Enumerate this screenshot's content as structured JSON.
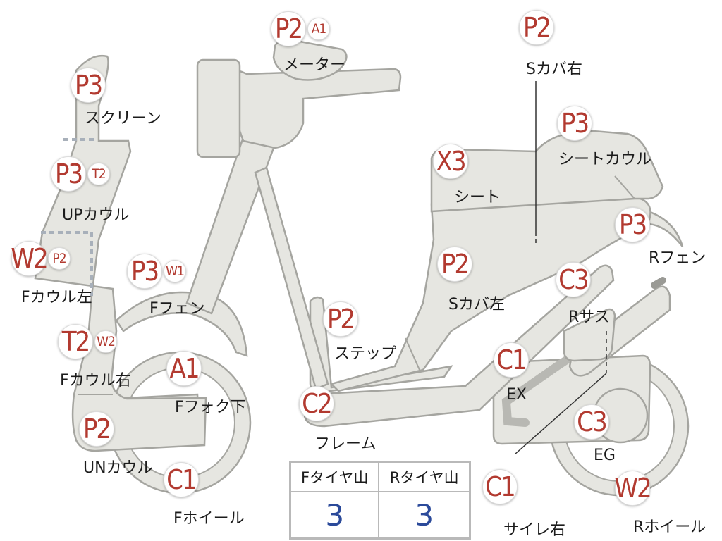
{
  "parts": [
    {
      "id": "screen",
      "label": "スクリーン",
      "badges": [
        "P3"
      ]
    },
    {
      "id": "up_cowl",
      "label": "UPカウル",
      "badges": [
        "P3",
        "T2"
      ]
    },
    {
      "id": "f_cowl_left",
      "label": "Fカウル左",
      "badges": [
        "W2",
        "P2"
      ]
    },
    {
      "id": "f_fender",
      "label": "Fフェン",
      "badges": [
        "P3",
        "W1"
      ]
    },
    {
      "id": "f_cowl_right",
      "label": "Fカウル右",
      "badges": [
        "T2",
        "W2"
      ]
    },
    {
      "id": "f_fork_lower",
      "label": "Fフォク下",
      "badges": [
        "A1"
      ]
    },
    {
      "id": "un_cowl",
      "label": "UNカウル",
      "badges": [
        "P2"
      ]
    },
    {
      "id": "f_wheel",
      "label": "Fホイール",
      "badges": [
        "C1"
      ]
    },
    {
      "id": "meter",
      "label": "メーター",
      "badges": [
        "P2",
        "A1"
      ]
    },
    {
      "id": "s_cover_right",
      "label": "Sカバ右",
      "badges": [
        "P2"
      ]
    },
    {
      "id": "seat_cowl",
      "label": "シートカウル",
      "badges": [
        "P3"
      ]
    },
    {
      "id": "seat",
      "label": "シート",
      "badges": [
        "X3"
      ]
    },
    {
      "id": "r_fender",
      "label": "Rフェン",
      "badges": [
        "P3"
      ]
    },
    {
      "id": "s_cover_left",
      "label": "Sカバ左",
      "badges": [
        "P2"
      ]
    },
    {
      "id": "r_sus",
      "label": "Rサス",
      "badges": [
        "C3"
      ]
    },
    {
      "id": "step",
      "label": "ステップ",
      "badges": [
        "P2"
      ]
    },
    {
      "id": "exhaust",
      "label": "EX",
      "badges": [
        "C1"
      ]
    },
    {
      "id": "frame",
      "label": "フレーム",
      "badges": [
        "C2"
      ]
    },
    {
      "id": "engine",
      "label": "EG",
      "badges": [
        "C3"
      ]
    },
    {
      "id": "r_wheel",
      "label": "Rホイール",
      "badges": [
        "W2"
      ]
    },
    {
      "id": "silencer_right",
      "label": "サイレ右",
      "badges": [
        "C1"
      ]
    }
  ],
  "tire_table": {
    "headers": [
      "Fタイヤ山",
      "Rタイヤ山"
    ],
    "values": [
      "3",
      "3"
    ]
  },
  "colors": {
    "grade": "#b23a30",
    "tire_value": "#2b4a9a",
    "part_fill": "#e6e6e1",
    "part_stroke": "#a5a5a0"
  }
}
